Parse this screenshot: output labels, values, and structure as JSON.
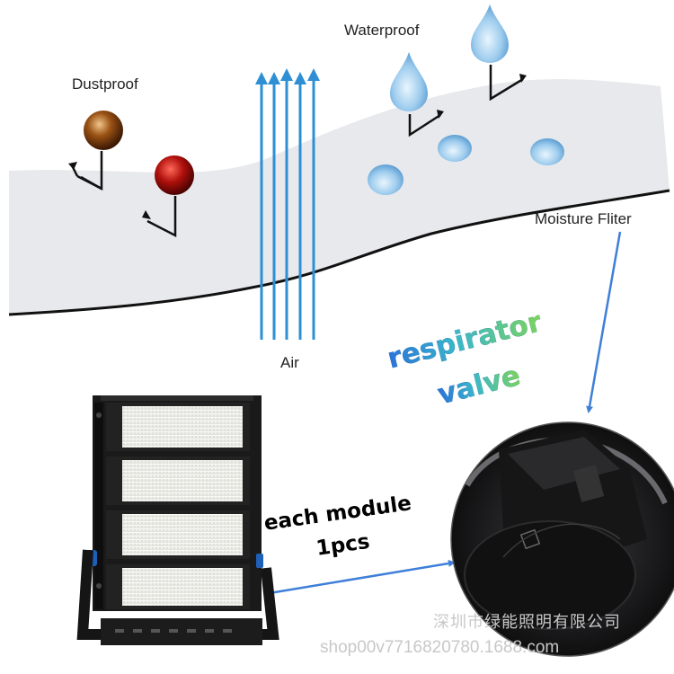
{
  "labels": {
    "dustproof": "Dustproof",
    "waterproof": "Waterproof",
    "moisture_filter": "Moisture Fliter",
    "air": "Air"
  },
  "respirator_valve": {
    "line1": "respirator",
    "line2": "valve"
  },
  "module_note": {
    "line1": "each module",
    "line2": "1pcs"
  },
  "watermark": {
    "company": "深圳市绿能照明有限公司",
    "url": "shop00v7716820780.1688.com"
  },
  "colors": {
    "membrane": "#e8e9ec",
    "membrane_edge": "#111111",
    "air_arrows": "#2e8fd4",
    "pointer_arrows": "#3f7fd8",
    "water_drops": "#8fc3e8",
    "dust_particle_brown": "#7a3d0e",
    "dust_particle_red": "#b0100c",
    "led_panel": "#f2f2ee",
    "fixture_frame": "#1e1e1e"
  },
  "icons": [
    "dust-particle-icon",
    "water-drop-icon",
    "air-arrow-icon",
    "led-floodlight-fixture",
    "respirator-valve-photo"
  ]
}
